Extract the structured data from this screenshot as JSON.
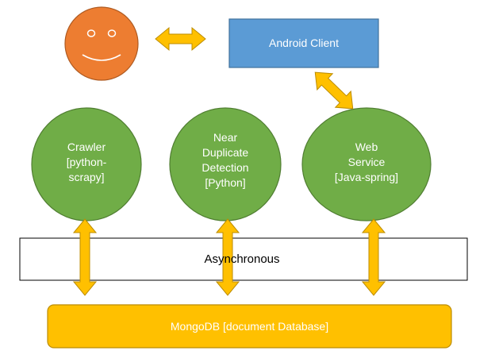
{
  "nodes": {
    "user": {
      "face": "smiley-face"
    },
    "android_client": {
      "label": "Android Client"
    },
    "crawler": {
      "label": "Crawler\n[python-\nscrapy]"
    },
    "near_duplicate": {
      "label": "Near\nDuplicate\nDetection\n[Python]"
    },
    "web_service": {
      "label": "Web\nService\n[Java-spring]"
    },
    "async_bar": {
      "label": "Asynchronous"
    },
    "mongodb": {
      "label": "MongoDB [document Database]"
    }
  },
  "edges": [
    {
      "from": "user",
      "to": "android_client",
      "type": "bidirectional"
    },
    {
      "from": "android_client",
      "to": "web_service",
      "type": "bidirectional"
    },
    {
      "from": "crawler",
      "to": "mongodb",
      "type": "bidirectional"
    },
    {
      "from": "near_duplicate",
      "to": "mongodb",
      "type": "bidirectional"
    },
    {
      "from": "web_service",
      "to": "mongodb",
      "type": "bidirectional"
    }
  ],
  "colors": {
    "green": "#70AD47",
    "green_border": "#507E32",
    "blue": "#5B9BD5",
    "blue_border": "#41719C",
    "orange": "#ED7D31",
    "orange_border": "#AE5A21",
    "gold": "#FFC000",
    "gold_border": "#BC8C00",
    "black": "#000000",
    "white": "#FFFFFF"
  }
}
